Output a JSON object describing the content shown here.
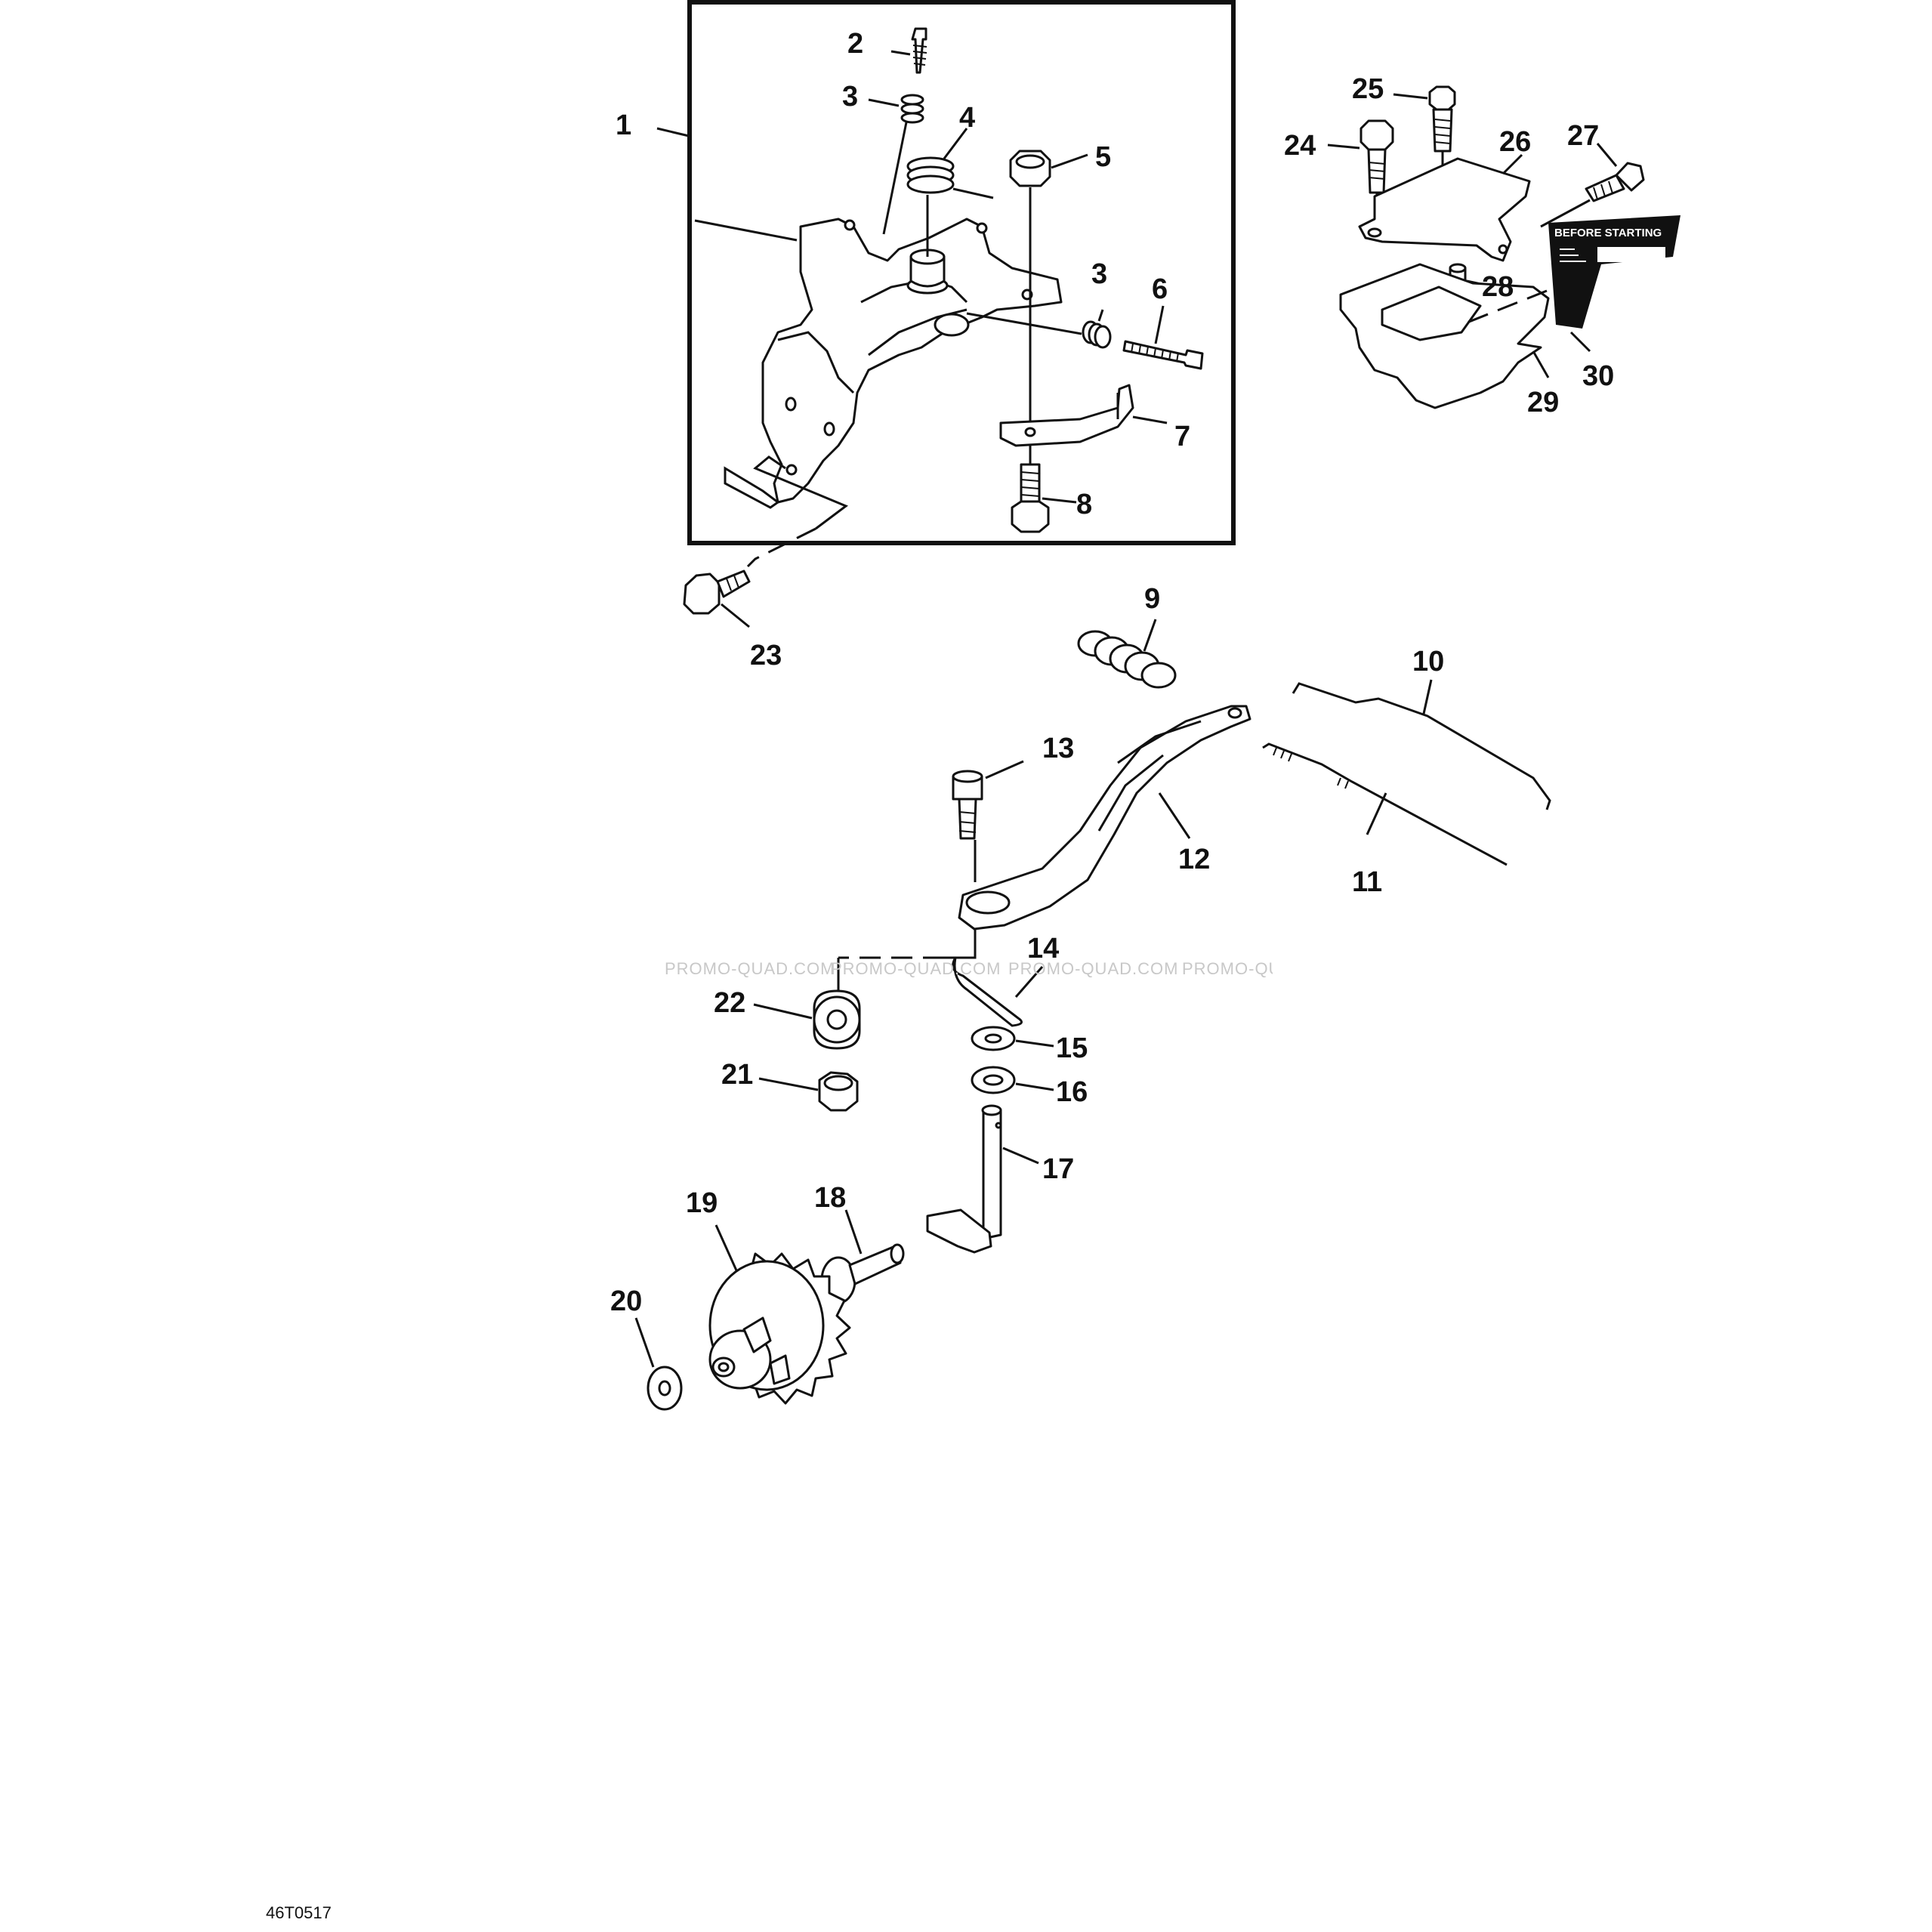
{
  "figure_id": "46T0517",
  "watermark": "PROMO-QUAD.COM",
  "decal_text": "BEFORE STARTING",
  "callouts": [
    "1",
    "2",
    "3",
    "4",
    "5",
    "3",
    "6",
    "7",
    "8",
    "9",
    "10",
    "11",
    "12",
    "13",
    "14",
    "15",
    "16",
    "17",
    "18",
    "19",
    "20",
    "21",
    "22",
    "23",
    "24",
    "25",
    "26",
    "27",
    "28",
    "29",
    "30"
  ]
}
